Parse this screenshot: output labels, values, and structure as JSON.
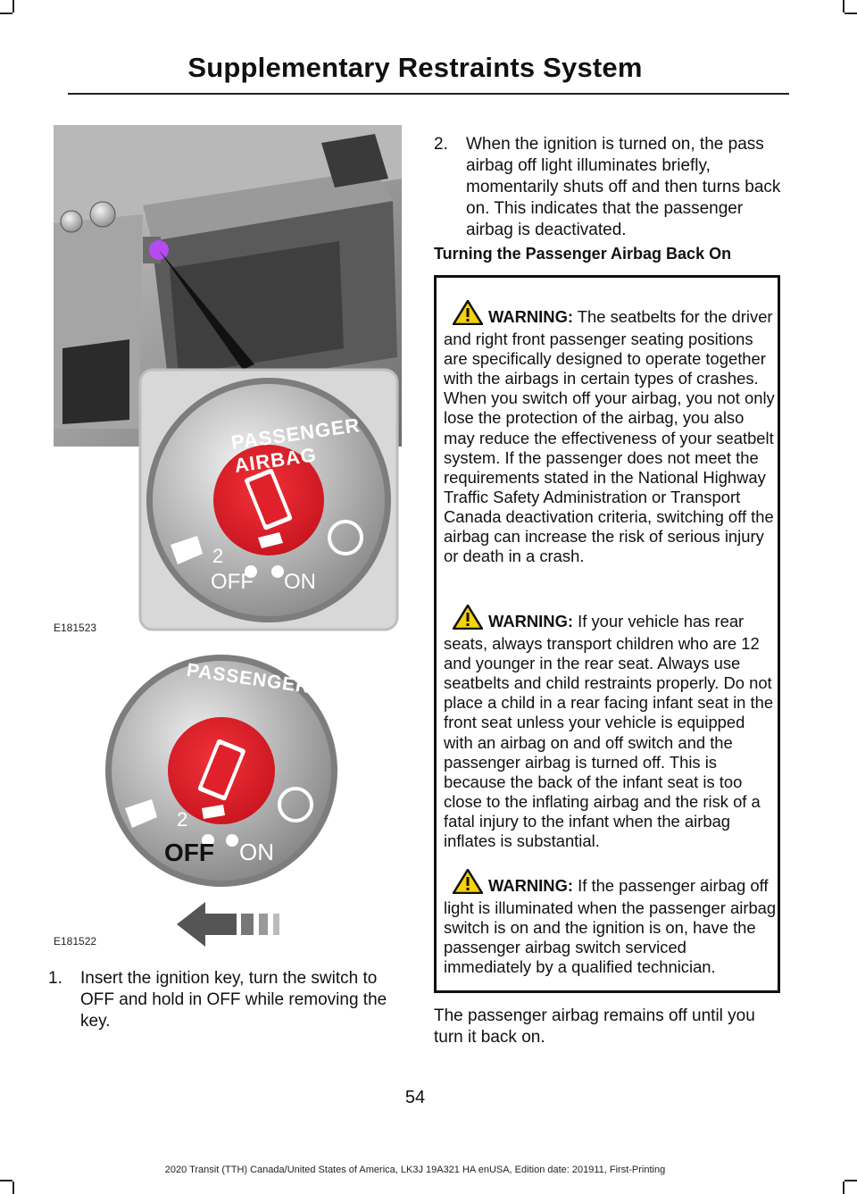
{
  "header": {
    "title": "Supplementary Restraints System"
  },
  "figure1": {
    "code": "E181523",
    "switch_text": "PASSENGER AIRBAG",
    "off_label": "OFF",
    "on_label": "ON",
    "seat_number": "2"
  },
  "figure2": {
    "code": "E181522",
    "switch_text": "PASSENGER AIRBAG",
    "off_label": "OFF",
    "on_label": "ON",
    "seat_number": "2"
  },
  "steps": [
    {
      "number": "1.",
      "text": "Insert the ignition key, turn the switch to OFF and hold in OFF while removing the key."
    },
    {
      "number": "2.",
      "text": "When the ignition is turned on, the pass airbag off light illuminates briefly, momentarily shuts off and then turns back on. This indicates that the passenger airbag is deactivated."
    }
  ],
  "subheading": "Turning the Passenger Airbag Back On",
  "warnings": [
    {
      "label": "WARNING:",
      "text": "The seatbelts for the driver and right front passenger seating positions are specifically designed to operate together with the airbags in certain types of crashes. When you switch off your airbag, you not only lose the protection of the airbag, you also may reduce the effectiveness of your seatbelt system. If the passenger does not meet the requirements stated in the National Highway Traffic Safety Administration or Transport Canada deactivation criteria, switching off the airbag can increase the risk of serious injury or death in a crash."
    },
    {
      "label": "WARNING:",
      "text": "If your vehicle has rear seats, always transport children who are 12 and younger in the rear seat. Always use seatbelts and child restraints properly. Do not place a child in a rear facing infant seat in the front seat unless your vehicle is equipped with an airbag on and off switch and the passenger airbag is turned off. This is because the back of the infant seat is too close to the inflating airbag and the risk of a fatal injury to the infant when the airbag inflates is substantial."
    },
    {
      "label": "WARNING:",
      "text": "If the passenger airbag off light is illuminated when the passenger airbag switch is on and the ignition is on, have the passenger airbag switch serviced immediately by a qualified technician."
    }
  ],
  "closing": "The passenger airbag remains off until you turn it back on.",
  "page_number": "54",
  "footer": "2020 Transit (TTH) Canada/United States of America, LK3J 19A321 HA enUSA, Edition date: 201911, First-Printing",
  "colors": {
    "switch_red": "#e0202a",
    "switch_gray": "#8f8f8f",
    "highlight_purple": "#b44cf0",
    "warning_yellow": "#f5d20a"
  }
}
